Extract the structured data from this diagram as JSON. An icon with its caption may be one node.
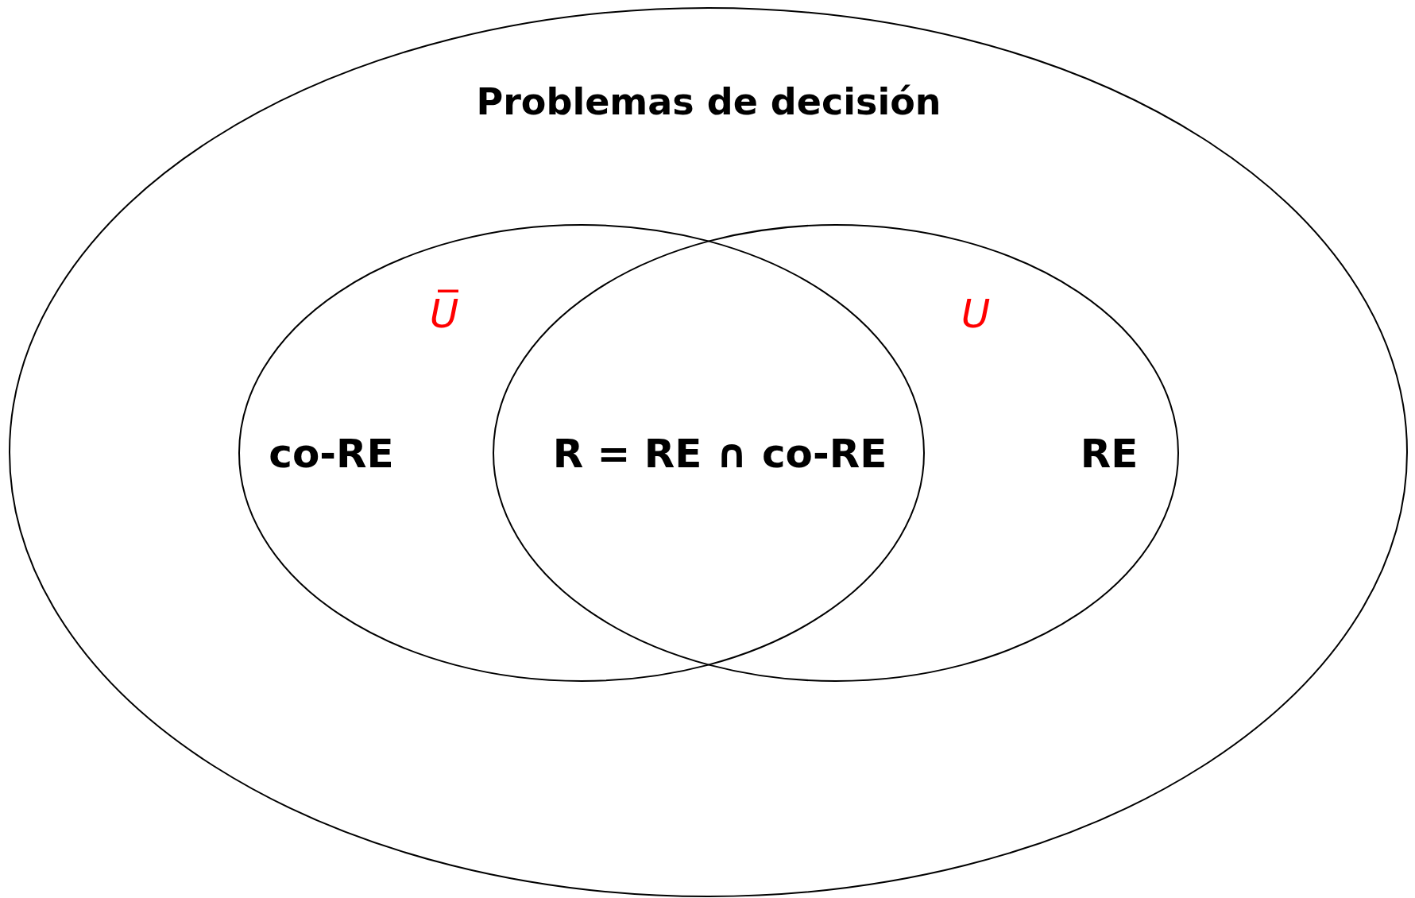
{
  "diagram": {
    "nodes": [
      {
        "text": [
          "Problemas de decisión"
        ]
      },
      {
        "text": [
          "U̅",
          "co-RE"
        ],
        "in": 0
      },
      {
        "text": [
          "U",
          "RE"
        ],
        "in": 0
      }
    ],
    "labels": [
      "R = RE ∩ co-RE"
    ]
  }
}
